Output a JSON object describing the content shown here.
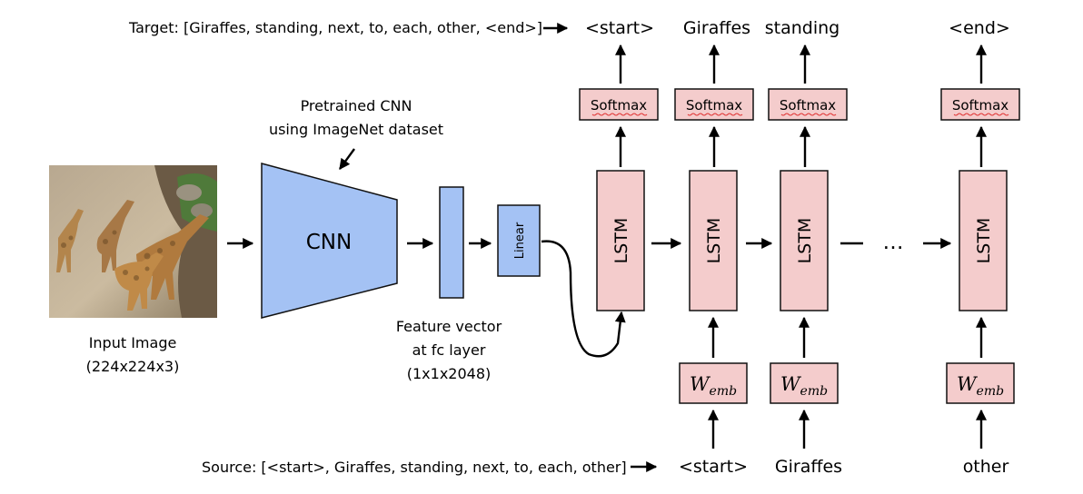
{
  "target_label": "Target: [Giraffes, standing, next, to, each, other, <end>]",
  "source_label": "Source: [<start>, Giraffes, standing, next, to, each, other]",
  "input_image": {
    "label_line1": "Input Image",
    "label_line2": "(224x224x3)"
  },
  "cnn": {
    "label": "CNN",
    "note_line1": "Pretrained CNN",
    "note_line2": "using ImageNet dataset"
  },
  "feature_vector": {
    "line1": "Feature vector",
    "line2": "at fc layer",
    "line3": "(1x1x2048)"
  },
  "linear_label": "Linear",
  "softmax_label": "Softmax",
  "lstm_label": "LSTM",
  "embedding": {
    "base": "W",
    "subscript": "emb"
  },
  "ellipsis": "…",
  "outputs": [
    "<start>",
    "Giraffes",
    "standing",
    "<end>"
  ],
  "inputs": [
    "<start>",
    "Giraffes",
    "other"
  ],
  "colors": {
    "lstm_fill": "#f4cccc",
    "cnn_fill": "#a4c2f4",
    "stroke": "#111111"
  }
}
